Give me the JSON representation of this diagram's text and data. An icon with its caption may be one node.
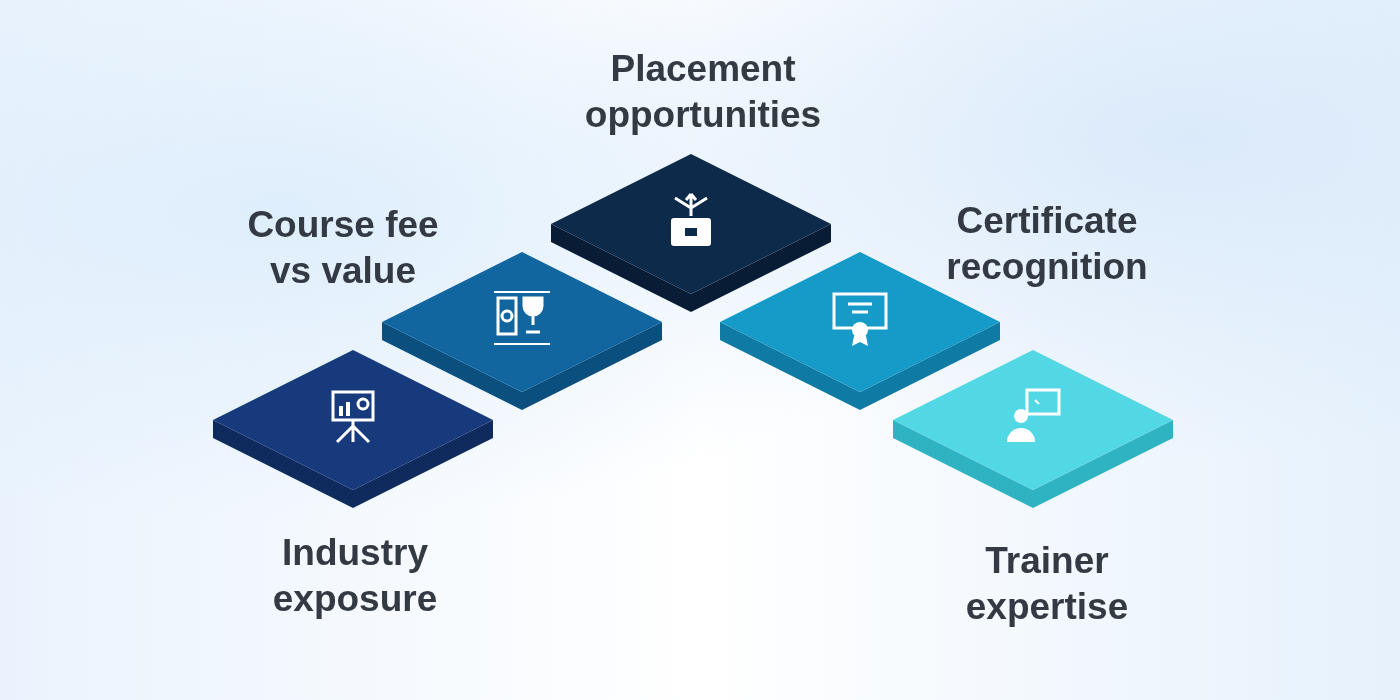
{
  "diagram": {
    "nodes": [
      {
        "text": [
          "Industry exposure"
        ]
      },
      {
        "text": [
          "Course fee vs value"
        ]
      },
      {
        "text": [
          "Placement opportunities"
        ]
      },
      {
        "text": [
          "Certificate recognition"
        ]
      },
      {
        "text": [
          "Trainer expertise"
        ]
      }
    ],
    "edges": []
  }
}
